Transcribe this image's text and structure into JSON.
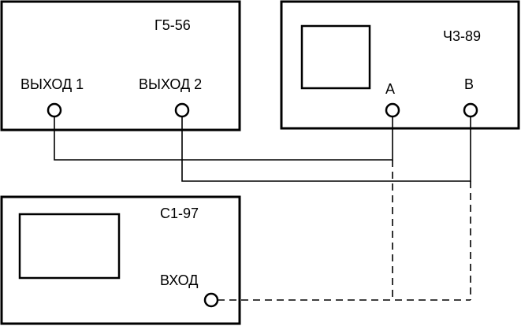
{
  "generator": {
    "model": "Г5-56",
    "out1_label": "ВЫХОД 1",
    "out2_label": "ВЫХОД 2"
  },
  "counter": {
    "model": "Ч3-89",
    "in_a_label": "А",
    "in_b_label": "В"
  },
  "oscilloscope": {
    "model": "С1-97",
    "in_label": "ВХОД"
  }
}
